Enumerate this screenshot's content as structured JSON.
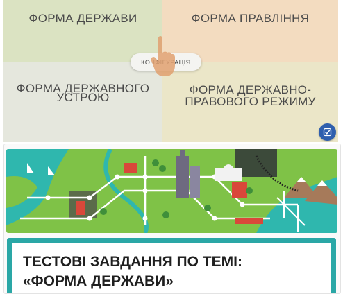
{
  "quadrants": {
    "top_left": "ФОРМА ДЕРЖАВИ",
    "top_right": "ФОРМА ПРАВЛІННЯ",
    "bottom_left_line1": "ФОРМА ДЕРЖАВНОГО",
    "bottom_left_line2": "УСТРОЮ",
    "bottom_right_line1": "ФОРМА ДЕРЖАВНО-",
    "bottom_right_line2": "ПРАВОВОГО РЕЖИМУ"
  },
  "center_button_label": "КОНФІГУРАЦІЯ",
  "icons": {
    "pointer": "pointing-hand-icon",
    "badge": "edit-check-icon"
  },
  "card": {
    "title_line1": "ТЕСТОВІ ЗАВДАННЯ ПО ТЕМІ:",
    "title_line2": "«ФОРМА ДЕРЖАВИ»"
  },
  "colors": {
    "accent_teal": "#2aa7a6",
    "badge_blue": "#2f5fae",
    "map_green": "#7fc247"
  }
}
